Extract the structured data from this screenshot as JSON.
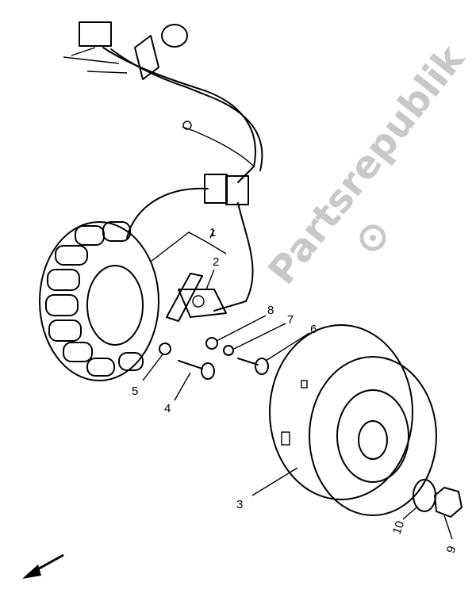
{
  "watermark": {
    "text": "Partsrepublik",
    "color": "#c8c8c8",
    "icon": "gear-icon"
  },
  "callouts": [
    {
      "number": "1",
      "part": "stator-assembly"
    },
    {
      "number": "2",
      "part": "pickup-coil"
    },
    {
      "number": "3",
      "part": "rotor-flywheel"
    },
    {
      "number": "4",
      "part": "stator-bolt"
    },
    {
      "number": "5",
      "part": "stator-washer"
    },
    {
      "number": "6",
      "part": "pickup-screw"
    },
    {
      "number": "7",
      "part": "lock-washer"
    },
    {
      "number": "8",
      "part": "plain-washer"
    },
    {
      "number": "9",
      "part": "rotor-nut"
    },
    {
      "number": "10",
      "part": "rotor-washer"
    }
  ],
  "direction_arrow": "front-arrow-icon"
}
